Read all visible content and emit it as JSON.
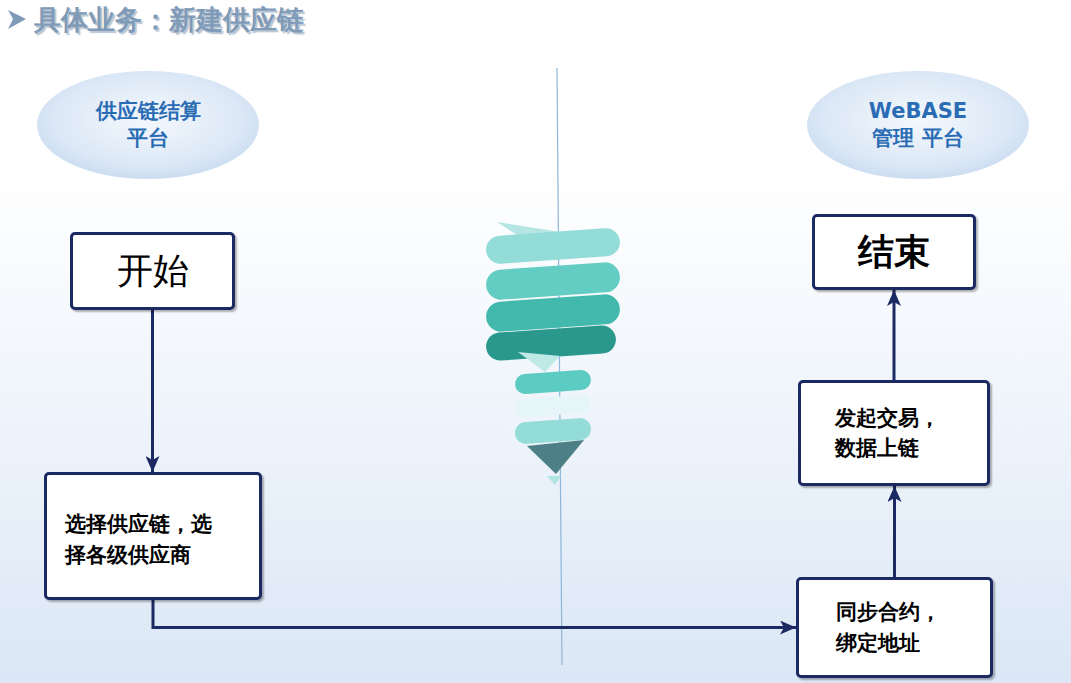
{
  "diagram": {
    "title": "具体业务：新建供应链",
    "nodes": [
      {
        "text": [
          "供应链结算 平台"
        ]
      },
      {
        "text": [
          "WeBASE管理 平台"
        ]
      },
      {
        "text": [
          "开始"
        ]
      },
      {
        "text": [
          "结束"
        ]
      },
      {
        "text": [
          "发起交易， 数据上链"
        ]
      },
      {
        "text": [
          "选择供应链，选择各级供应商"
        ]
      },
      {
        "text": [
          "同步合约， 绑定地址"
        ]
      }
    ],
    "edges": [
      {
        "from": 2,
        "to": 5,
        "arrow": "to"
      },
      {
        "from": 5,
        "to": 6,
        "arrow": "to"
      },
      {
        "from": 6,
        "to": 4,
        "arrow": "to"
      },
      {
        "from": 4,
        "to": 3,
        "arrow": "to"
      }
    ]
  }
}
